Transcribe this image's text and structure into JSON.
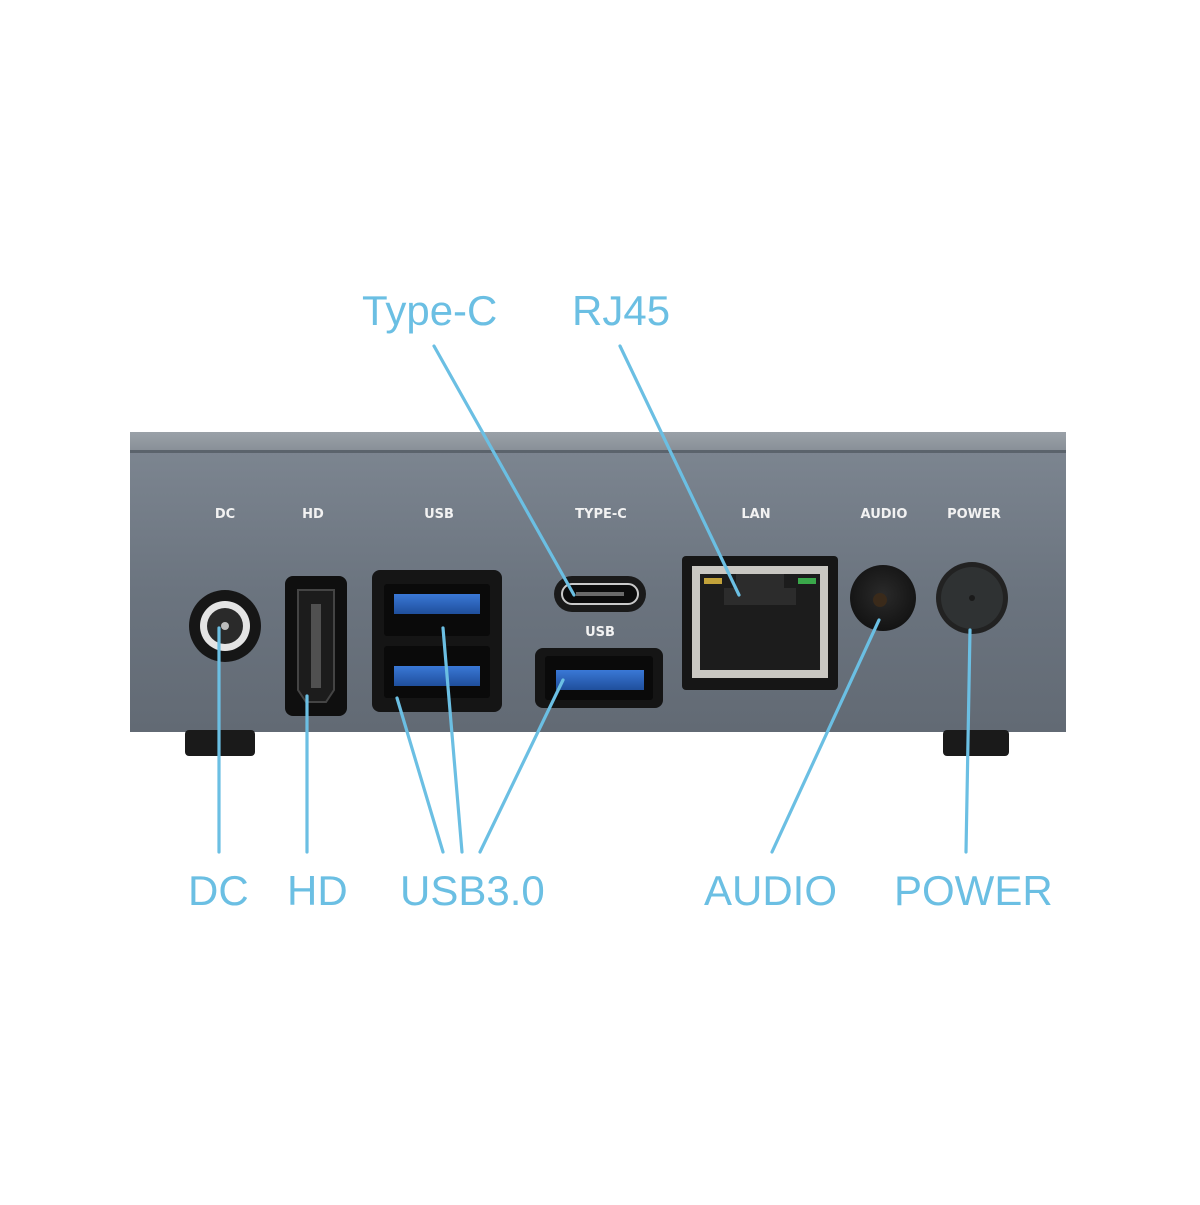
{
  "device": {
    "panel_labels": {
      "dc": "DC",
      "hd": "HD",
      "usb": "USB",
      "type_c": "TYPE-C",
      "usb_small": "USB",
      "lan": "LAN",
      "audio": "AUDIO",
      "power": "POWER"
    }
  },
  "callouts": {
    "type_c": "Type-C",
    "rj45": "RJ45",
    "dc": "DC",
    "hd": "HD",
    "usb3": "USB3.0",
    "audio": "AUDIO",
    "power": "POWER"
  },
  "colors": {
    "callout": "#6bbfe3",
    "chassis": "#6e7781",
    "port_blue": "#2f63b8",
    "background": "#ffffff"
  }
}
